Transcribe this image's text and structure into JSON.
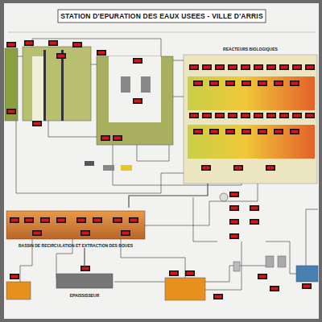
{
  "diagram": {
    "title": "STATION D'EPURATION DES EAUX USEES - VILLE D'ARRIS",
    "nodes": [
      {
        "text": [
          "REACTEURS BIOLOGIQUES"
        ]
      },
      {
        "text": [
          "BASSIN DE RECIRCULATION ET EXTRACTION DES BOUES"
        ]
      },
      {
        "text": [
          "EPAISSISSEUR"
        ]
      }
    ],
    "edges": [
      {
        "from": 0,
        "to": 1,
        "arrow": "none"
      },
      {
        "from": 1,
        "to": 2,
        "arrow": "none"
      }
    ]
  }
}
